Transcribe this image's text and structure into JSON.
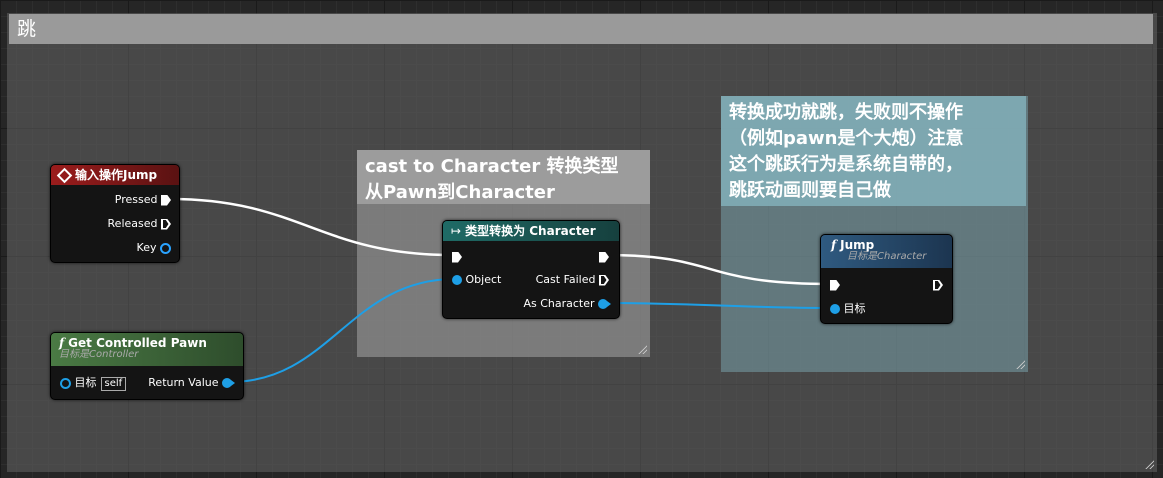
{
  "graph": {
    "outer_comment": "跳",
    "cast_comment": "cast to Character 转换类型\n从Pawn到Character",
    "jump_comment": "转换成功就跳，失败则不操作\n（例如pawn是个大炮）注意\n这个跳跃行为是系统自带的，\n跳跃动画则要自己做"
  },
  "input_node": {
    "icon": "input-action-diamond-icon",
    "title": "输入操作Jump",
    "pins": {
      "pressed": "Pressed",
      "released": "Released",
      "key": "Key"
    },
    "header_color": "#8b1a1a"
  },
  "pawn_node": {
    "icon": "function-icon",
    "icon_glyph": "f",
    "title": "Get Controlled Pawn",
    "subtitle": "目标是Controller",
    "pins": {
      "target": "目标",
      "target_default": "self",
      "return_value": "Return Value"
    },
    "header_color": "#3e6b3a"
  },
  "cast_node": {
    "icon": "cast-arrow-icon",
    "icon_glyph": "↦",
    "title": "类型转换为 Character",
    "pins": {
      "object": "Object",
      "cast_failed": "Cast Failed",
      "as_character": "As Character"
    },
    "header_color": "#1e5f5a"
  },
  "jump_node": {
    "icon": "function-icon",
    "icon_glyph": "f",
    "title": "Jump",
    "subtitle": "目标是Character",
    "pins": {
      "target": "目标"
    },
    "header_color": "#2a4f70"
  },
  "colors": {
    "object_pin": "#1e9fe6",
    "exec_wire": "#ffffff",
    "grid_bg": "#262626"
  }
}
